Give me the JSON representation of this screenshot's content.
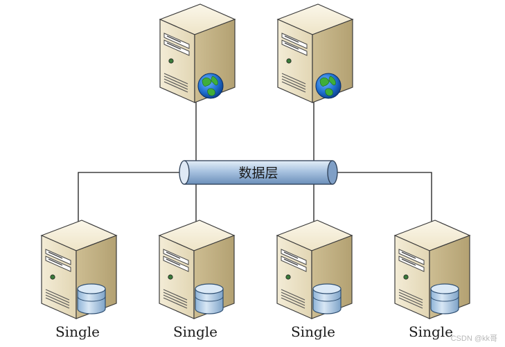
{
  "diagram": {
    "bus_label": "数据层",
    "web_servers": [
      {
        "icon": "globe-icon"
      },
      {
        "icon": "globe-icon"
      }
    ],
    "db_servers": [
      {
        "label": "Single",
        "icon": "database-icon"
      },
      {
        "label": "Single",
        "icon": "database-icon"
      },
      {
        "label": "Single",
        "icon": "database-icon"
      },
      {
        "label": "Single",
        "icon": "database-icon"
      }
    ]
  },
  "watermark": "CSDN @kk哥"
}
